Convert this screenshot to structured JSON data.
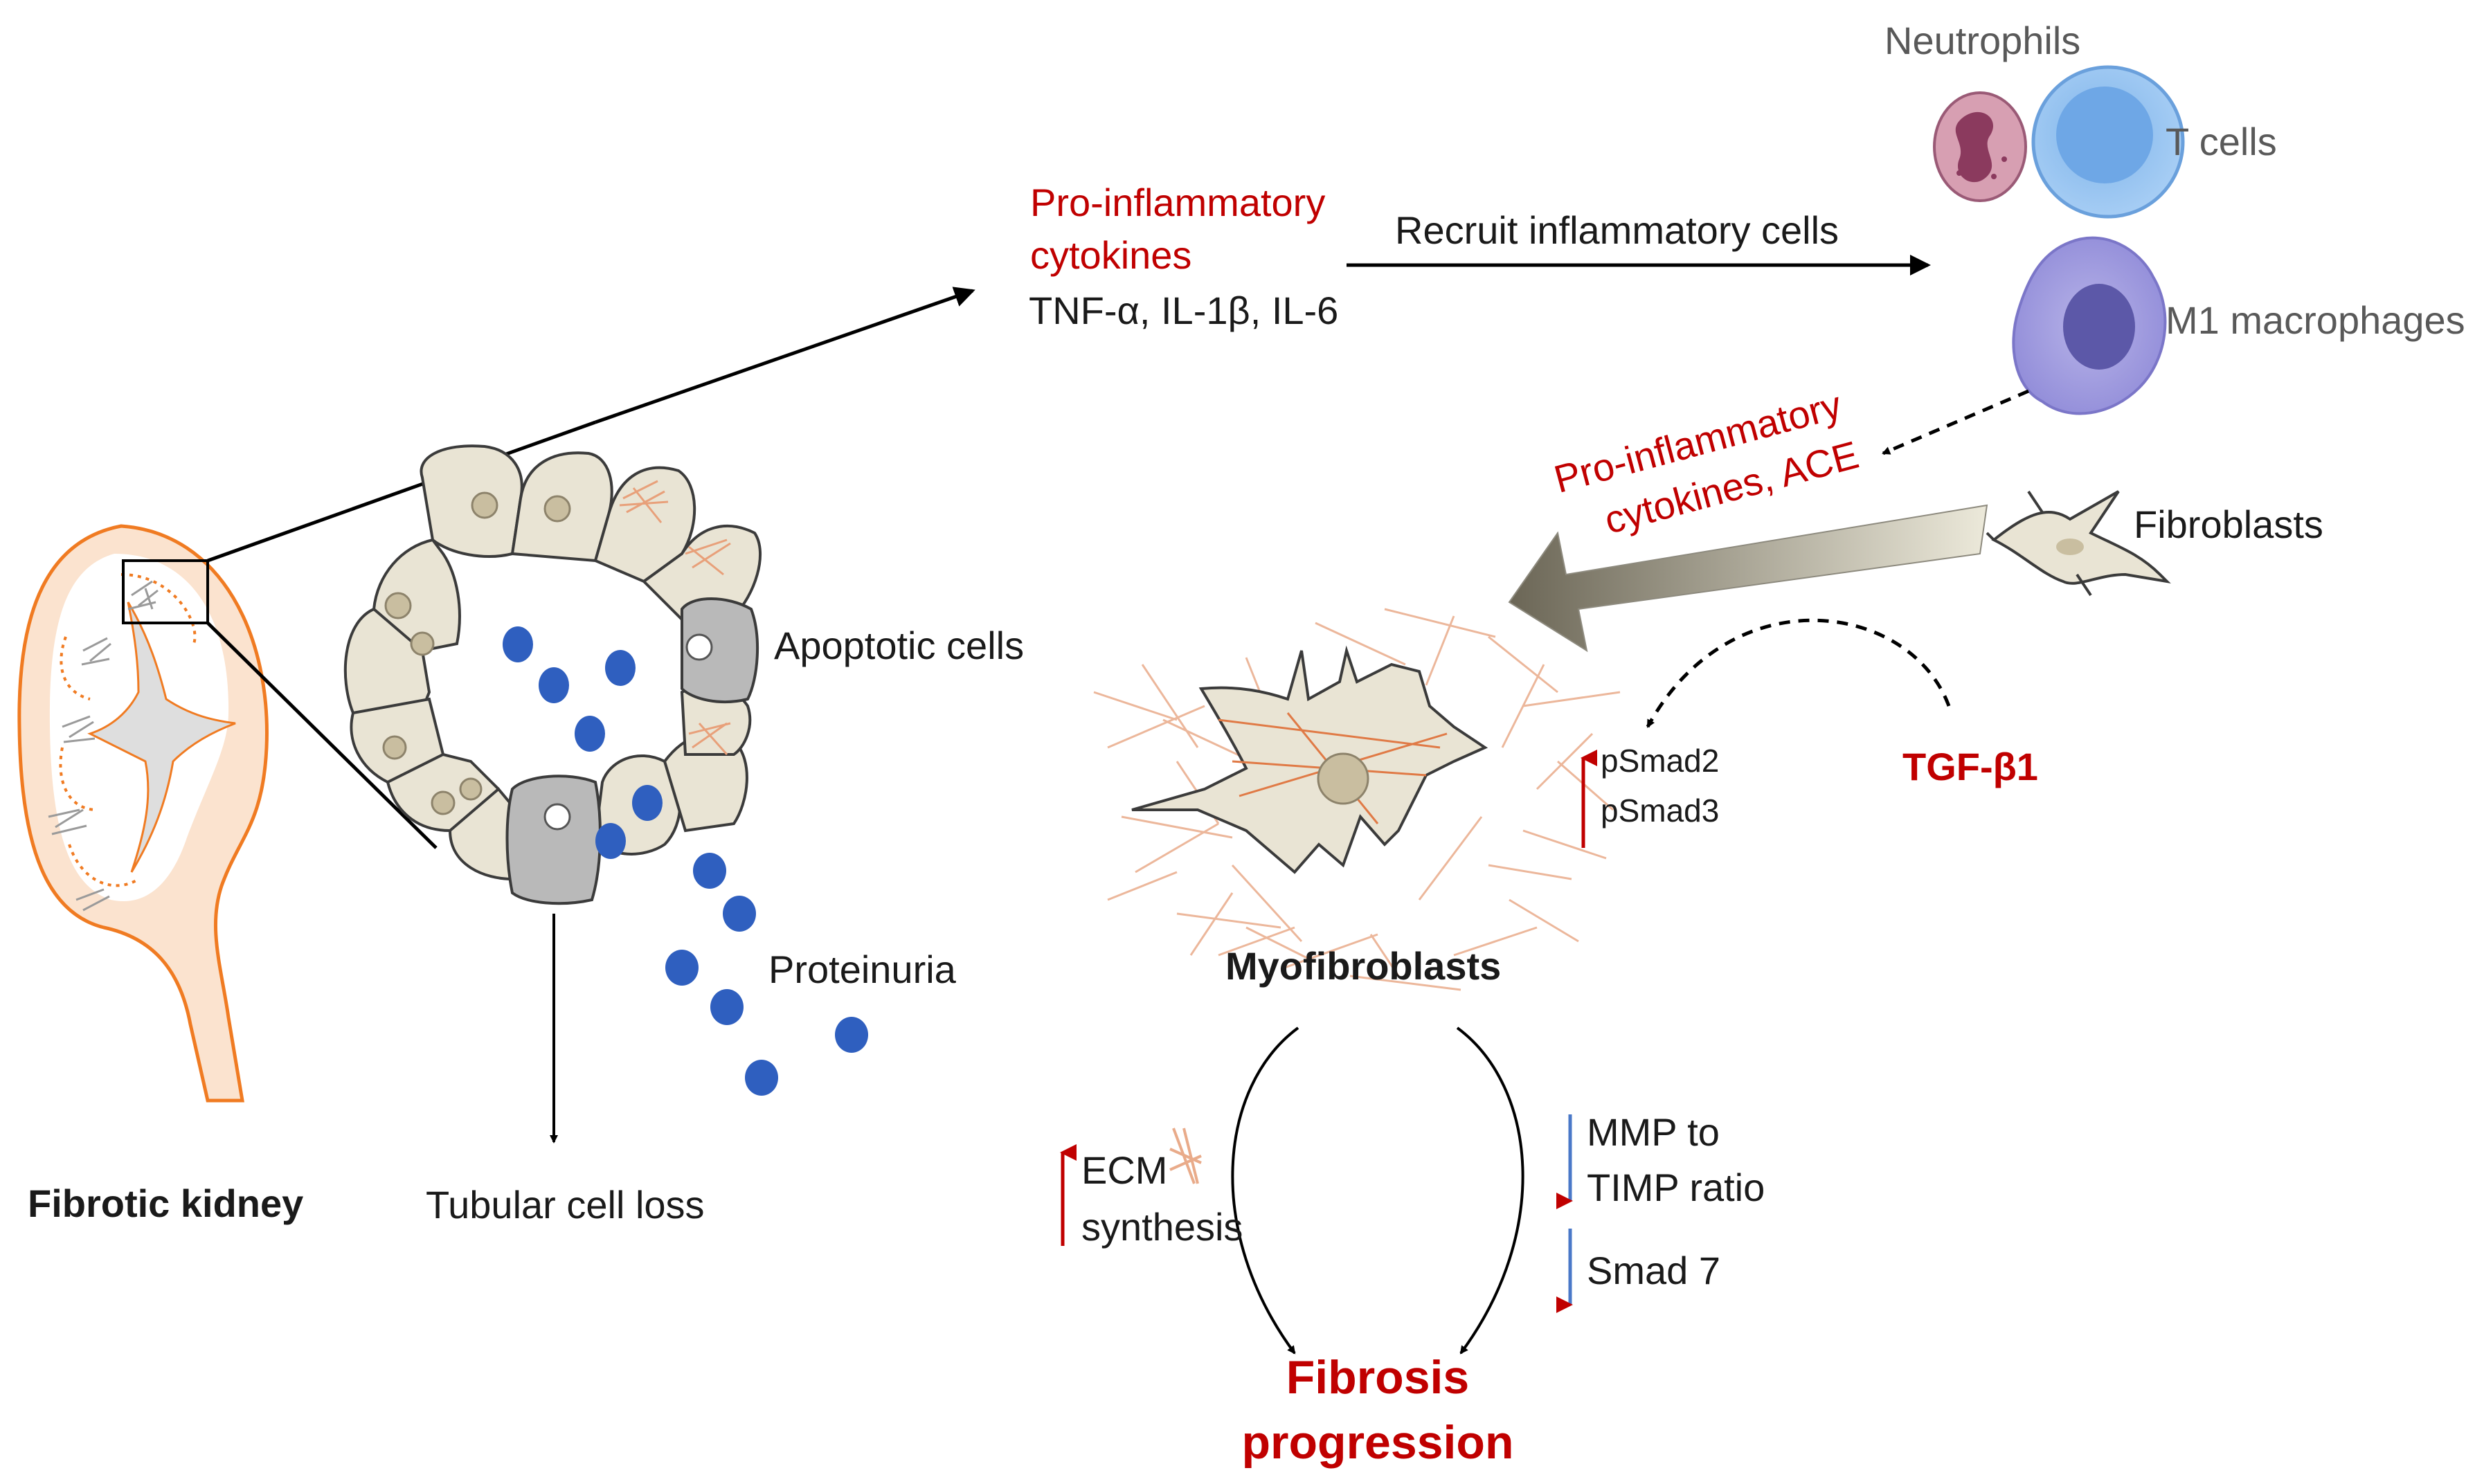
{
  "labels": {
    "fibrotic_kidney": "Fibrotic kidney",
    "tubular_cell_loss": "Tubular cell loss",
    "apoptotic_cells": "Apoptotic cells",
    "proteinuria": "Proteinuria",
    "pro_inflammatory_line1": "Pro-inflammatory",
    "pro_inflammatory_line2": "cytokines",
    "cytokine_list": "TNF-α, IL-1β, IL-6",
    "recruit": "Recruit inflammatory cells",
    "neutrophils": "Neutrophils",
    "t_cells": "T cells",
    "m1_macrophages": "M1 macrophages",
    "pro_inflammatory_ace_line1": "Pro-inflammatory",
    "pro_inflammatory_ace_line2": "cytokines, ACE",
    "fibroblasts": "Fibroblasts",
    "tgf_b1": "TGF-β1",
    "psmad2": "pSmad2",
    "psmad3": "pSmad3",
    "myofibroblasts": "Myofibroblasts",
    "ecm_line1": "ECM",
    "ecm_line2": "synthesis",
    "mmp_line1": "MMP to",
    "mmp_line2": "TIMP ratio",
    "smad7": "Smad 7",
    "fibrosis_line1": "Fibrosis",
    "fibrosis_line2": "progression"
  },
  "colors": {
    "red_text": "#c00000",
    "kidney_outline": "#f07b22",
    "protein_dot": "#2f5fbf",
    "cell_fill": "#e9e4d4",
    "apoptotic_fill": "#b9b9b9",
    "up_arrow": "#c00000",
    "down_arrow": "#4a78c8"
  }
}
